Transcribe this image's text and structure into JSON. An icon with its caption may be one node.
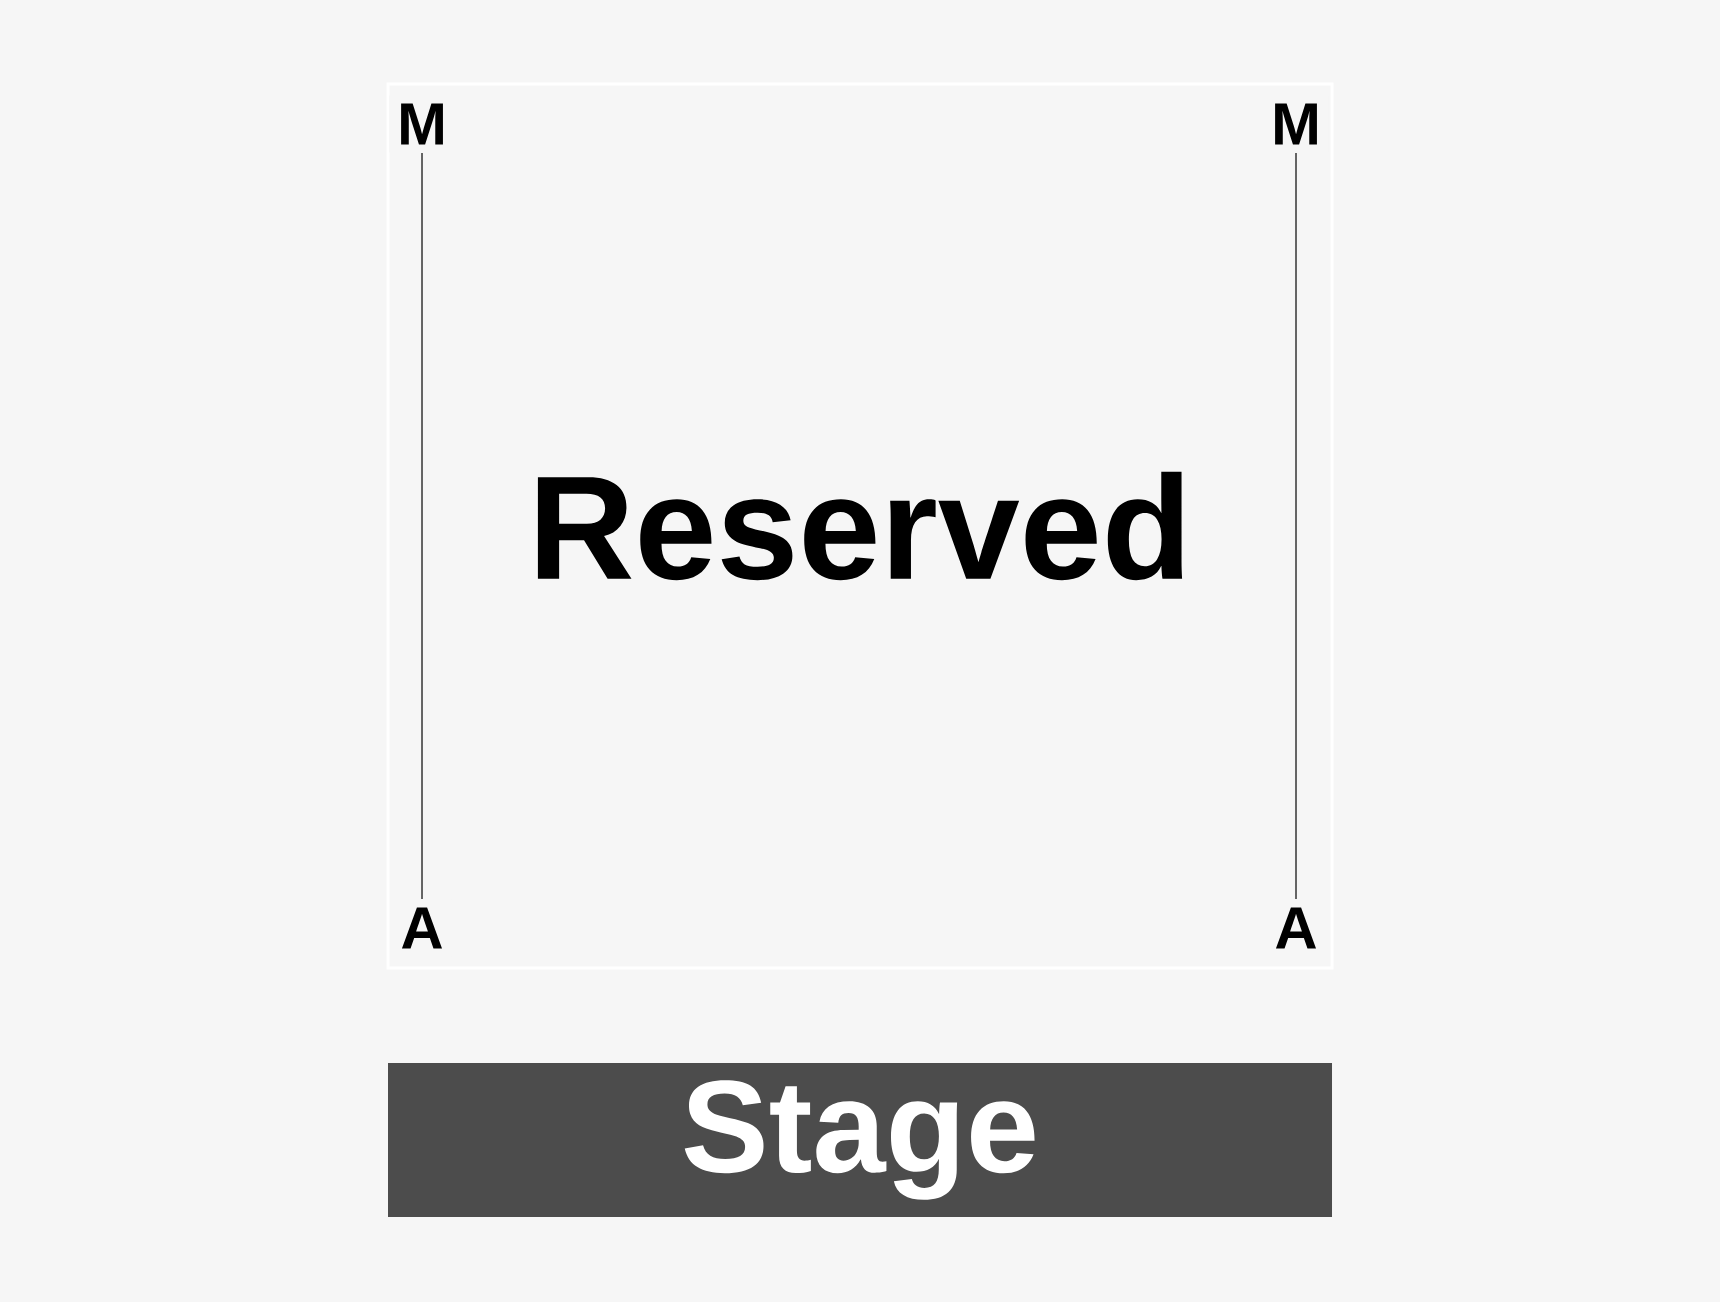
{
  "diagram": {
    "nodes": [
      {
        "text": [
          "Reserved"
        ]
      },
      {
        "text": [
          "M"
        ],
        "in": 0
      },
      {
        "text": [
          "A"
        ],
        "in": 0
      },
      {
        "text": [
          "M"
        ],
        "in": 0
      },
      {
        "text": [
          "A"
        ],
        "in": 0
      },
      {
        "text": [
          "Stage"
        ]
      }
    ],
    "edges": [
      {
        "from": 1,
        "to": 2,
        "arrow": "none"
      },
      {
        "from": 3,
        "to": 4,
        "arrow": "none"
      }
    ]
  }
}
